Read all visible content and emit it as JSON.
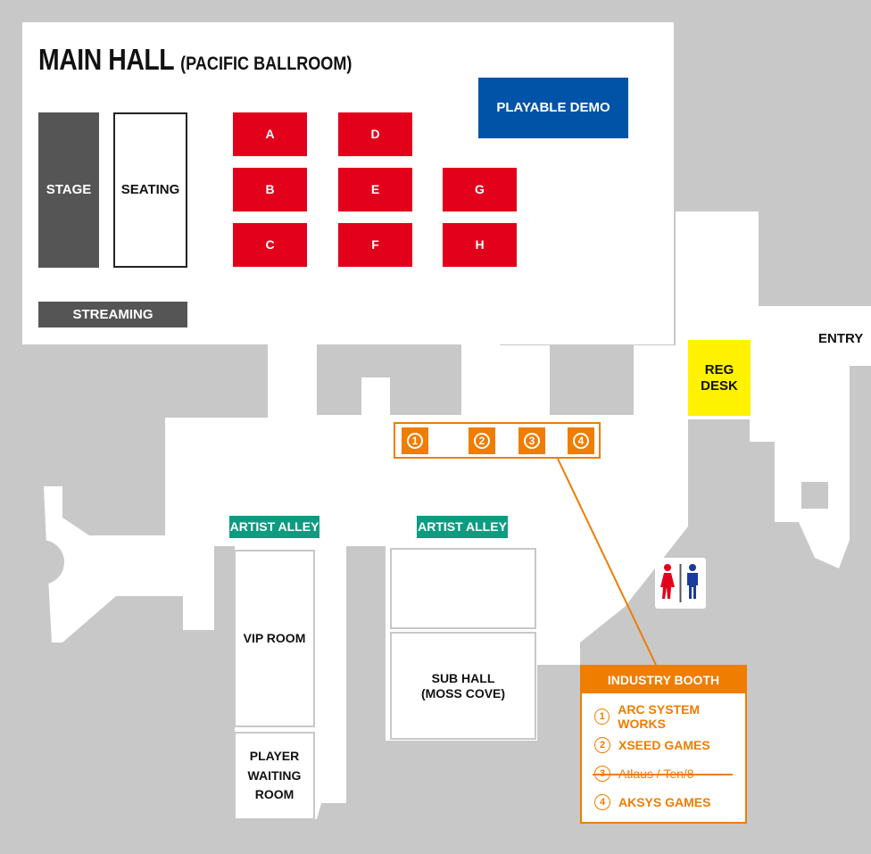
{
  "map": {
    "main_hall": {
      "title": "MAIN HALL",
      "subtitle": "(PACIFIC BALLROOM)",
      "stage": "STAGE",
      "seating": "SEATING",
      "streaming": "STREAMING",
      "playable_demo": "PLAYABLE DEMO",
      "booths": [
        "A",
        "B",
        "C",
        "D",
        "E",
        "F",
        "G",
        "H"
      ]
    },
    "entry": "ENTRY",
    "reg_desk": "REG DESK",
    "artist_alley_left": "ARTIST ALLEY",
    "artist_alley_right": "ARTIST ALLEY",
    "vip_room": "VIP ROOM",
    "player_waiting_room": "PLAYER WAITING ROOM",
    "sub_hall_line1": "SUB HALL",
    "sub_hall_line2": "(MOSS COVE)",
    "industry_booth_markers": [
      "1",
      "2",
      "3",
      "4"
    ],
    "industry_booth": {
      "title": "INDUSTRY BOOTH",
      "items": [
        {
          "num": "1",
          "name": "ARC SYSTEM WORKS",
          "struck": false
        },
        {
          "num": "2",
          "name": "XSEED GAMES",
          "struck": false
        },
        {
          "num": "3",
          "name": "Atlaus / Ten/8",
          "struck": true
        },
        {
          "num": "4",
          "name": "AKSYS GAMES",
          "struck": false
        }
      ]
    },
    "colors": {
      "background": "#c8c8c8",
      "booth_red": "#e3001b",
      "demo_blue": "#0053a6",
      "reg_yellow": "#fff200",
      "artist_teal": "#0e9c80",
      "industry_orange": "#ee7d00",
      "stage_gray": "#555555"
    },
    "icons": [
      "restroom-women-icon",
      "restroom-men-icon"
    ]
  }
}
